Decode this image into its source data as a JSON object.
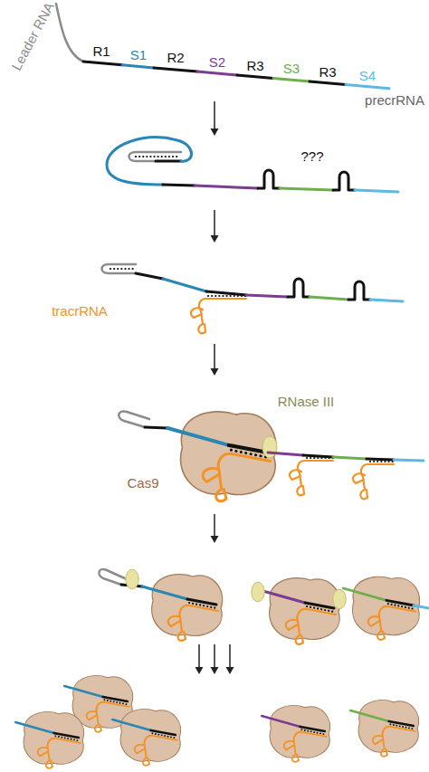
{
  "diagram": {
    "labels": [
      "Leader RNA",
      "R1",
      "S1",
      "R2",
      "S2",
      "R3",
      "S3",
      "R3",
      "S4",
      "precrRNA",
      "???",
      "tracrRNA",
      "RNase III",
      "Cas9"
    ]
  }
}
